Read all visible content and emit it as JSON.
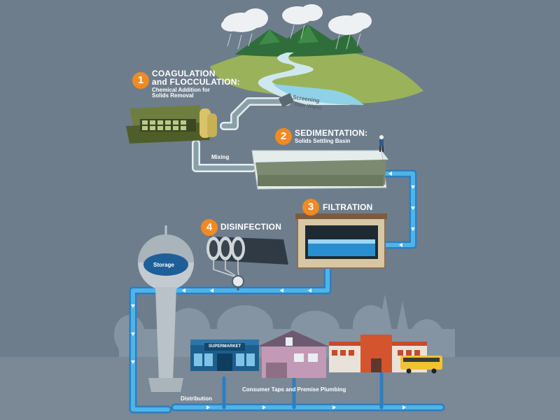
{
  "steps": [
    {
      "number": "1",
      "title_line1": "COAGULATION",
      "title_line2": "and FLOCCULATION:",
      "subtitle_line1": "Chemical Addition for",
      "subtitle_line2": "Solids Removal"
    },
    {
      "number": "2",
      "title": "SEDIMENTATION:",
      "subtitle": "Solids Settling Basin"
    },
    {
      "number": "3",
      "title": "FILTRATION"
    },
    {
      "number": "4",
      "title": "DISINFECTION"
    }
  ],
  "labels": {
    "screening": "Screening",
    "raw_water": "Raw Water",
    "mixing": "Mixing",
    "storage": "Storage",
    "supermarket": "SUPERMARKET",
    "consumer": "Consumer Taps and Premise Plumbing",
    "distribution": "Distribution"
  },
  "colors": {
    "background": "#6e7d8c",
    "pipe": "#1f86c6",
    "badge": "#f08a24",
    "water": "#2d8fd0",
    "hill": "#9ab35a"
  }
}
